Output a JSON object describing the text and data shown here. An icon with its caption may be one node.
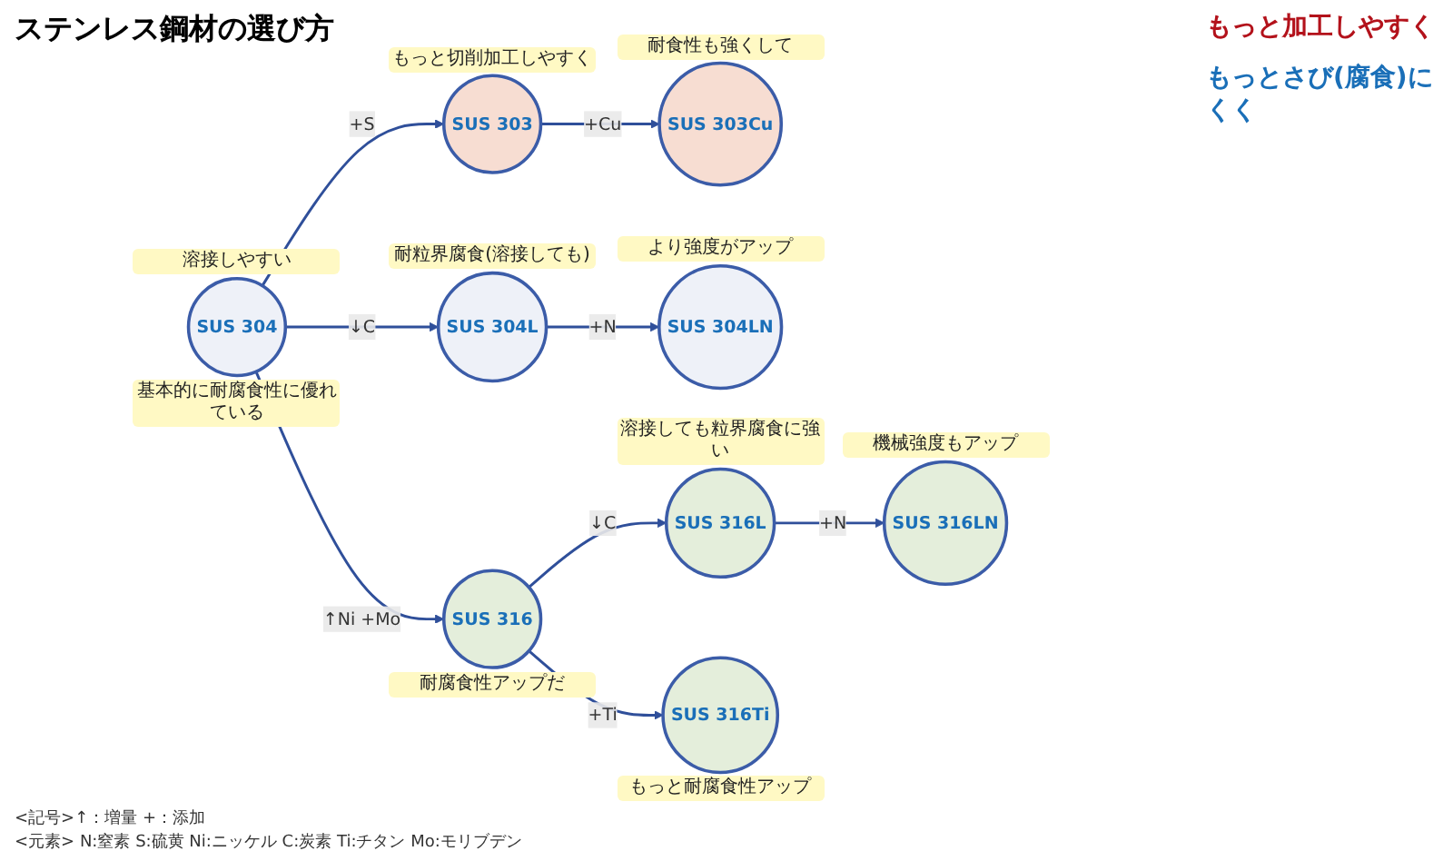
{
  "diagram": {
    "title": "ステンレス鋼材の選び方",
    "nodes": [
      {
        "text": [
          "SUS 304"
        ],
        "beside": [
          "溶接しやすい",
          "基本的に耐腐食性に優れている"
        ]
      },
      {
        "text": [
          "SUS 303"
        ],
        "beside": [
          "もっと切削加工しやすく"
        ]
      },
      {
        "text": [
          "SUS 303Cu"
        ],
        "beside": [
          "耐食性も強くして"
        ]
      },
      {
        "text": [
          "SUS 304L"
        ],
        "beside": [
          "耐粒界腐食(溶接しても)"
        ]
      },
      {
        "text": [
          "SUS 304LN"
        ],
        "beside": [
          "より強度がアップ"
        ]
      },
      {
        "text": [
          "SUS 316"
        ],
        "beside": [
          "耐腐食性アップだ"
        ]
      },
      {
        "text": [
          "SUS 316L"
        ],
        "beside": [
          "溶接しても粒界腐食に強い"
        ]
      },
      {
        "text": [
          "SUS 316LN"
        ],
        "beside": [
          "機械強度もアップ"
        ]
      },
      {
        "text": [
          "SUS 316Ti"
        ],
        "beside": [
          "もっと耐腐食性アップ"
        ]
      }
    ],
    "edges": [
      {
        "from": 0,
        "to": 1,
        "arrow": "to",
        "label": "+S"
      },
      {
        "from": 1,
        "to": 2,
        "arrow": "to",
        "label": "+Cu"
      },
      {
        "from": 0,
        "to": 3,
        "arrow": "to",
        "label": "↓C"
      },
      {
        "from": 3,
        "to": 4,
        "arrow": "to",
        "label": "+N"
      },
      {
        "from": 0,
        "to": 5,
        "arrow": "to",
        "label": "↑Ni +Mo"
      },
      {
        "from": 5,
        "to": 6,
        "arrow": "to",
        "label": "↓C"
      },
      {
        "from": 6,
        "to": 7,
        "arrow": "to",
        "label": "+N"
      },
      {
        "from": 5,
        "to": 8,
        "arrow": "to",
        "label": "+Ti"
      }
    ],
    "labels": [
      "もっと加工しやすく",
      "もっとさび(腐食)にくく",
      "<記号>↑：増量 +：添加",
      "<元素> N:窒素 S:硫黄 Ni:ニッケル C:炭素 Ti:チタン Mo:モリブデン"
    ]
  }
}
